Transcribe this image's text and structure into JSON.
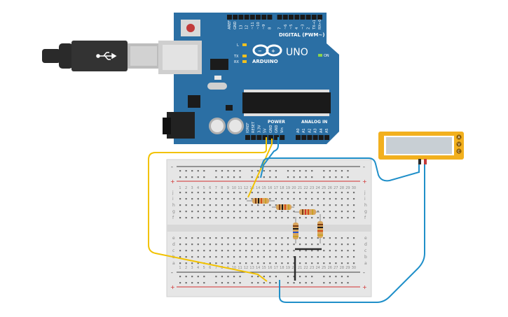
{
  "arduino": {
    "brand": "ARDUINO",
    "model": "UNO",
    "digital_header_label": "DIGITAL (PWM~)",
    "power_header_label": "POWER",
    "analog_header_label": "ANALOG IN",
    "on_label": "ON",
    "led_l_label": "L",
    "led_tx_label": "TX",
    "led_rx_label": "RX",
    "digital_pins": [
      "AREF",
      "GND",
      "13",
      "12",
      "~11",
      "~10",
      "~9",
      "8",
      "7",
      "~6",
      "~5",
      "4",
      "~3",
      "2",
      "TX→1",
      "RX←0"
    ],
    "power_pins": [
      "IOREF",
      "RESET",
      "3.3V",
      "5V",
      "GND",
      "GND",
      "Vin"
    ],
    "analog_pins": [
      "A0",
      "A1",
      "A2",
      "A3",
      "A4",
      "A5"
    ],
    "board_color": "#2b6fa4"
  },
  "usb_cable": {
    "color": "#2a2a2a"
  },
  "breadboard": {
    "column_numbers": [
      "1",
      "2",
      "3",
      "4",
      "5",
      "6",
      "7",
      "8",
      "9",
      "10",
      "11",
      "12",
      "13",
      "14",
      "15",
      "16",
      "17",
      "18",
      "19",
      "20",
      "21",
      "22",
      "23",
      "24",
      "25",
      "26",
      "27",
      "28",
      "29",
      "30"
    ],
    "top_row_letters": [
      "j",
      "i",
      "h",
      "g",
      "f"
    ],
    "bottom_row_letters": [
      "e",
      "d",
      "c",
      "b",
      "a"
    ],
    "plus_label": "+",
    "minus_label": "-"
  },
  "multimeter": {
    "terminals": [
      "A",
      "V",
      "C"
    ],
    "display_value": ""
  },
  "wires": {
    "yellow": "#f2c200",
    "blue": "#1f8fc9"
  }
}
